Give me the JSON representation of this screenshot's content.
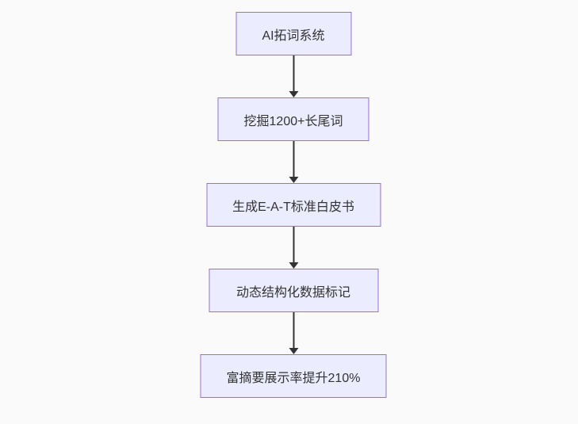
{
  "diagram": {
    "type": "flowchart",
    "direction": "top-down",
    "nodes": [
      {
        "id": "n1",
        "label": "AI拓词系统"
      },
      {
        "id": "n2",
        "label": "挖掘1200+长尾词"
      },
      {
        "id": "n3",
        "label": "生成E-A-T标准白皮书"
      },
      {
        "id": "n4",
        "label": "动态结构化数据标记"
      },
      {
        "id": "n5",
        "label": "富摘要展示率提升210%"
      }
    ],
    "edges": [
      {
        "from": "n1",
        "to": "n2"
      },
      {
        "from": "n2",
        "to": "n3"
      },
      {
        "from": "n3",
        "to": "n4"
      },
      {
        "from": "n4",
        "to": "n5"
      }
    ],
    "colors": {
      "background": "#fafafa",
      "node_fill": "#ECECFF",
      "node_border": "#9370DB",
      "arrow": "#333333",
      "text": "#333333"
    }
  }
}
